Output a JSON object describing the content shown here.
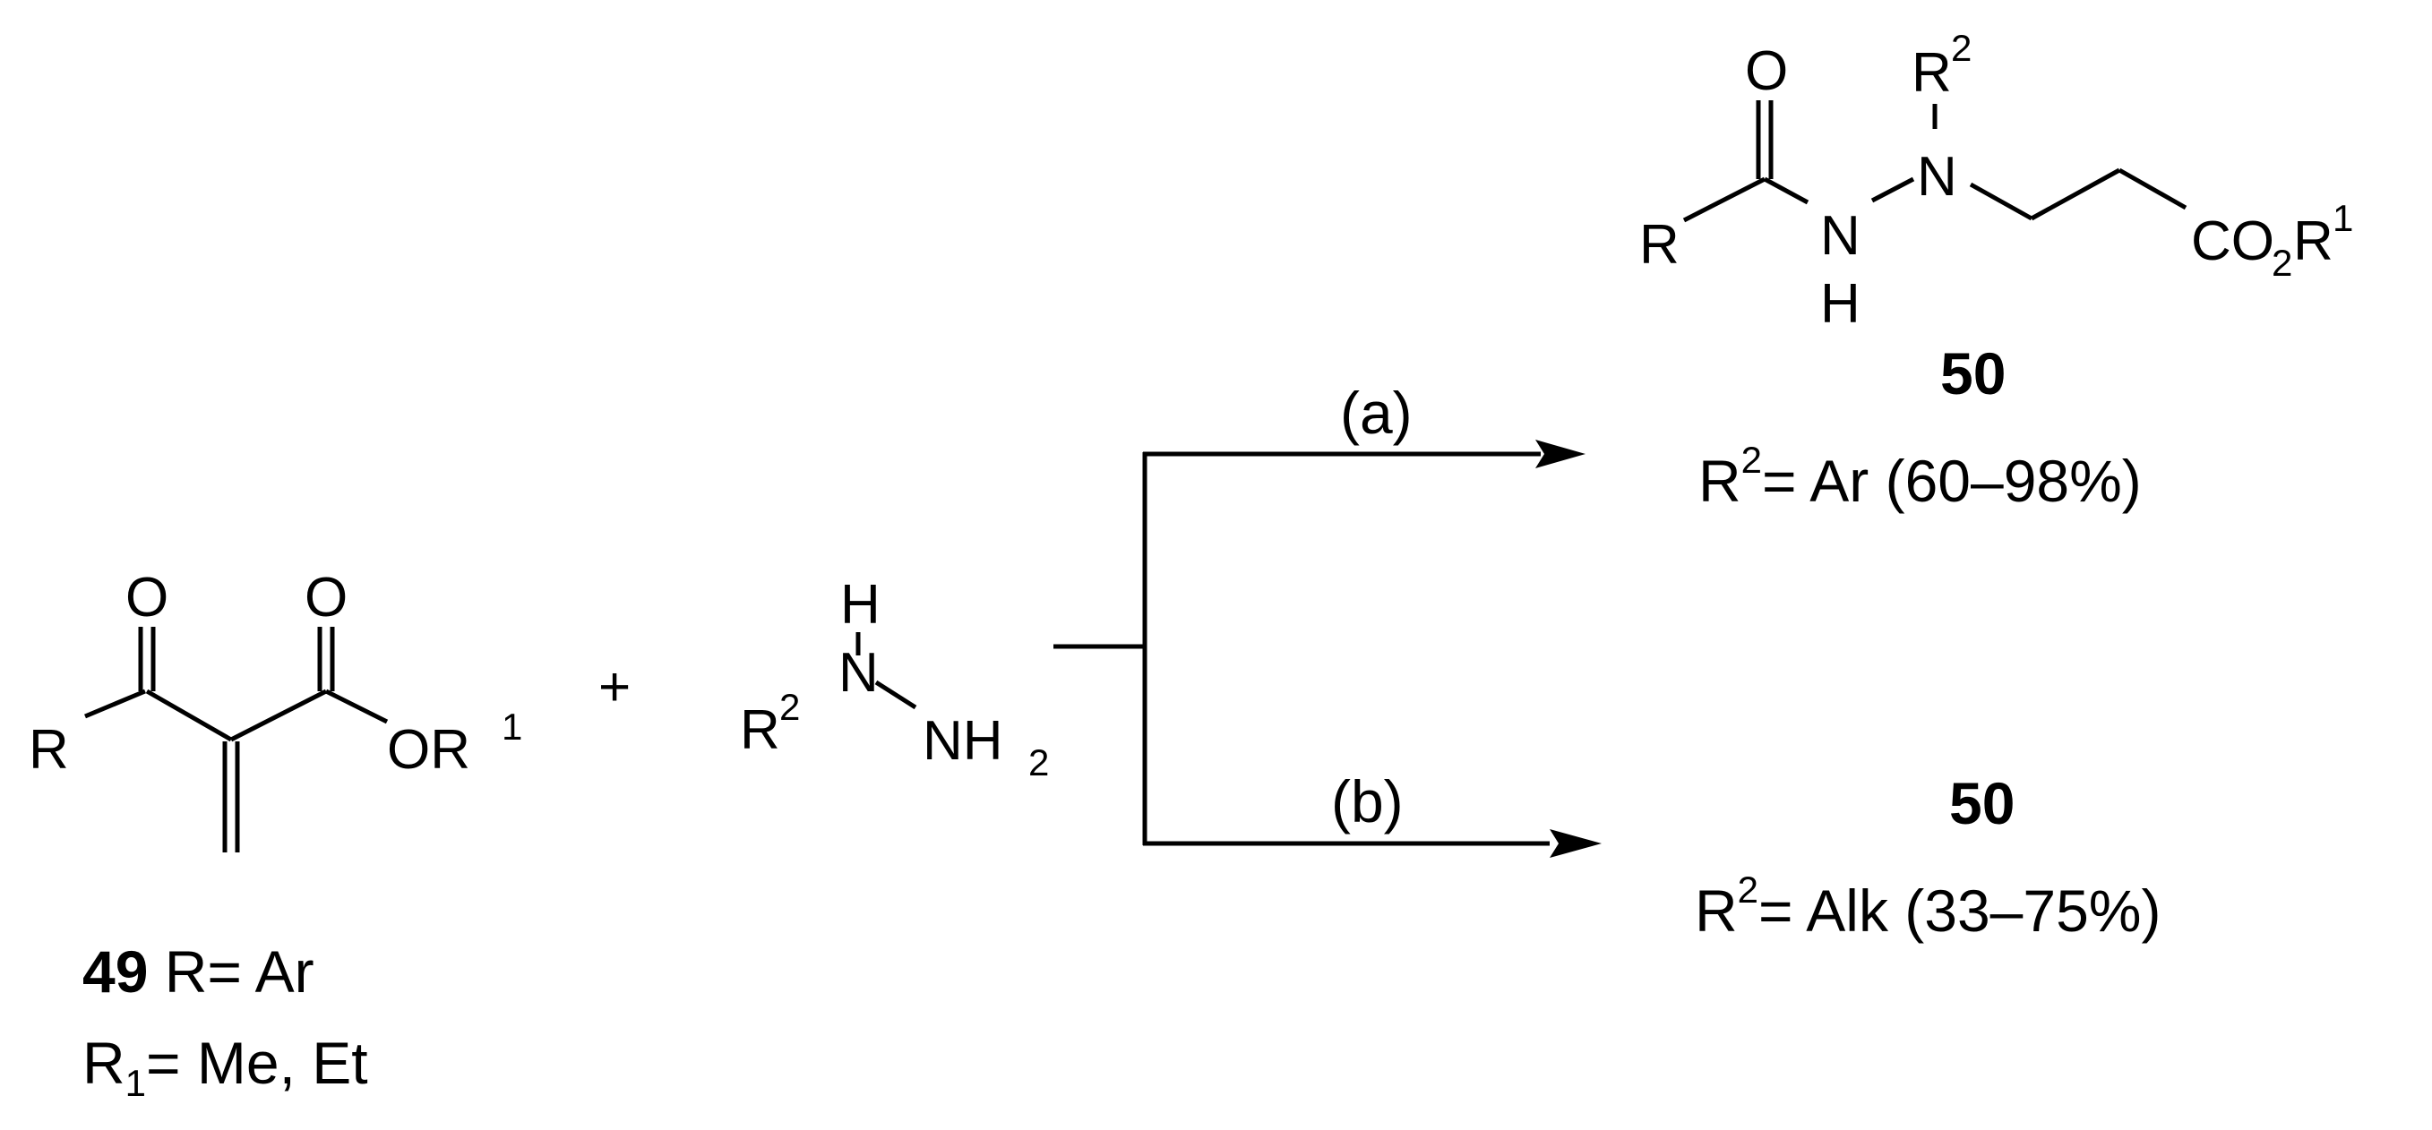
{
  "reactant_49": {
    "atom_O1": "O",
    "atom_O2": "O",
    "atom_R": "R",
    "atom_OR": "OR",
    "sup_1": "1",
    "label_num": "49",
    "label_r_line": " R= Ar",
    "label_r1_R": "R",
    "label_r1_sub": "1",
    "label_r1_rest": "= Me, Et"
  },
  "plus": "+",
  "hydrazine": {
    "atom_H": "H",
    "atom_N1": "N",
    "atom_N2": "NH",
    "sub_2": "2",
    "atom_R": "R",
    "sup_2": "2"
  },
  "conditions": {
    "a": "(a)",
    "b": "(b)"
  },
  "product_top": {
    "atom_O": "O",
    "atom_R2": "R",
    "sup_2": "2",
    "atom_N1": "N",
    "atom_N2": "N",
    "atom_H": "H",
    "atom_R": "R",
    "atom_CO": "CO",
    "sub_2": "2",
    "atom_R1": "R",
    "sup_1": "1",
    "label_num": "50",
    "yield_R": "R",
    "yield_sup": "2",
    "yield_text": "= Ar (60–98%)"
  },
  "product_bottom": {
    "label_num": "50",
    "yield_R": "R",
    "yield_sup": "2",
    "yield_text": "= Alk (33–75%)"
  }
}
